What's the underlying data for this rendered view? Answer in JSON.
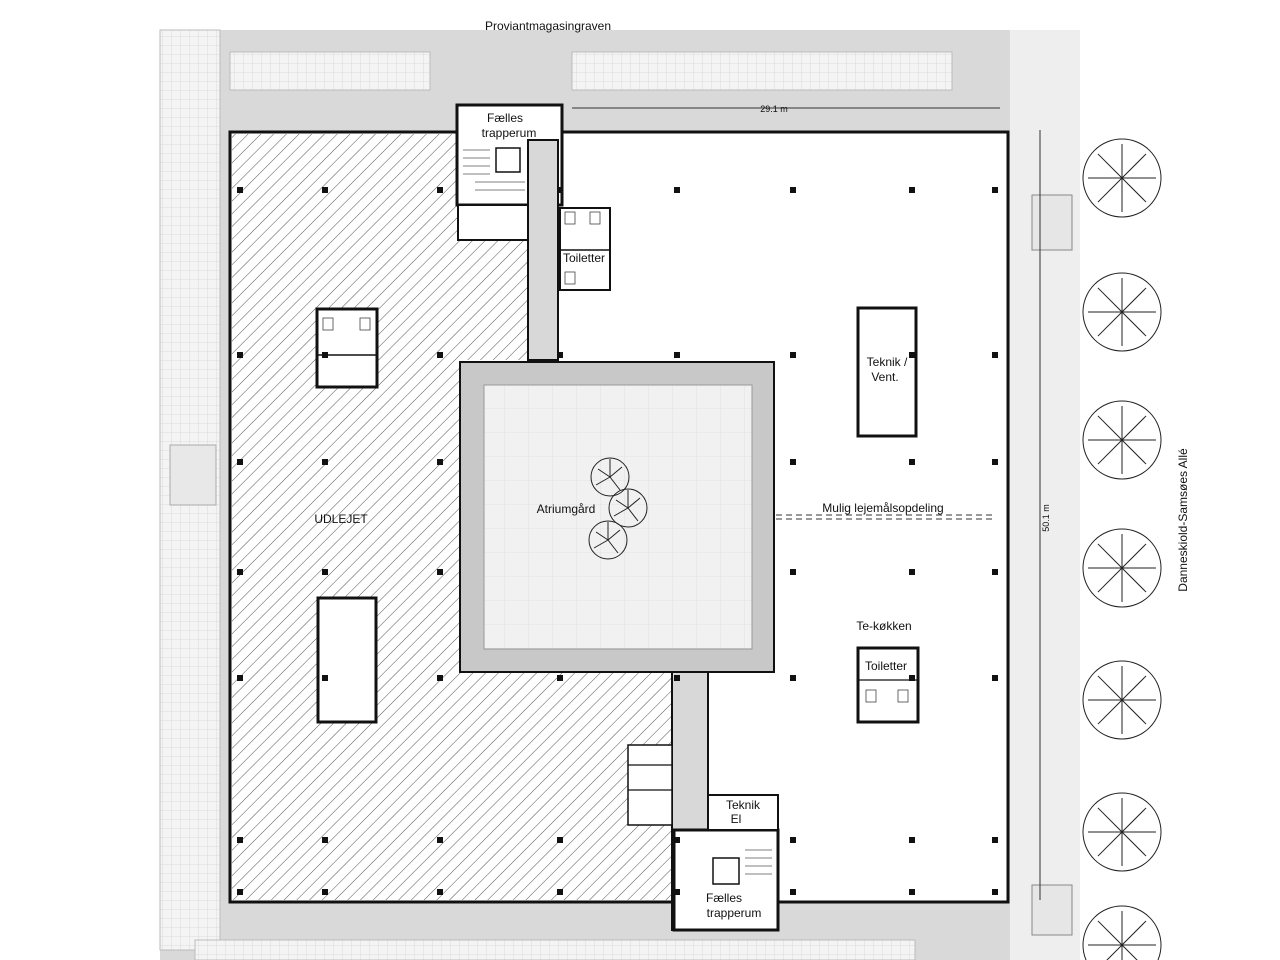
{
  "labels": {
    "street_top": "Proviantmagasingraven",
    "street_right": "Danneskiold-Samsøes Allé",
    "dim_width": "29.1 m",
    "dim_height": "50.1 m",
    "stair_top_line1": "Fælles",
    "stair_top_line2": "trapperum",
    "stair_bottom_line1": "Fælles",
    "stair_bottom_line2": "trapperum",
    "toilets_upper": "Toiletter",
    "toilets_lower": "Toiletter",
    "tech_vent_line1": "Teknik /",
    "tech_vent_line2": "Vent.",
    "tech_el_line1": "Teknik",
    "tech_el_line2": "El",
    "kitchen": "Te-køkken",
    "atrium": "Atriumgård",
    "leased": "UDLEJET",
    "division": "Mulig lejemålsopdeling"
  },
  "colors": {
    "wall": "#111111",
    "paving": "#d9d9d9",
    "paving_line": "#ffffff",
    "hatch": "#555555",
    "atrium_frame": "#c8c8c8",
    "atrium_floor": "#f0f0f0",
    "tree": "#222222"
  }
}
